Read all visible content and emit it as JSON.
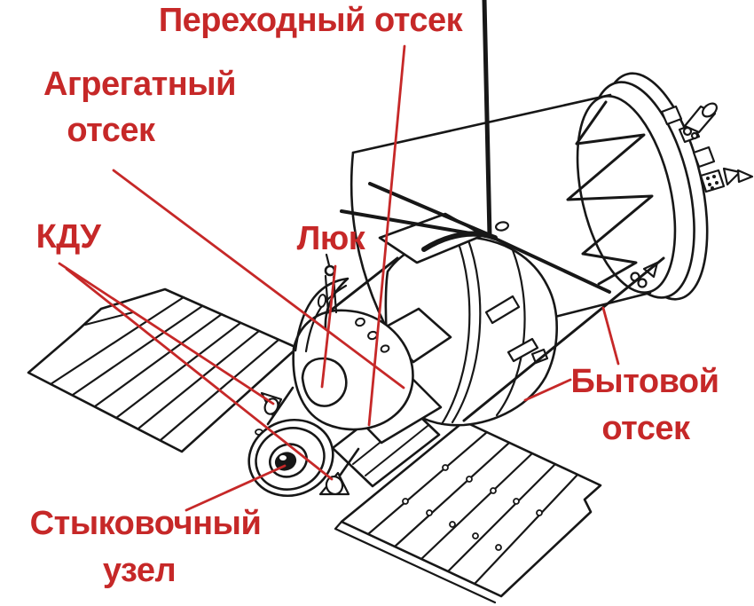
{
  "diagram": {
    "background_color": "#ffffff",
    "label_color": "#c62828",
    "leader_line_color": "#c62828",
    "drawing_line_color": "#171717",
    "labels": {
      "perekhodny_otsek": "Переходный отсек",
      "agregatny_line1": "Агрегатный",
      "agregatny_line2": "отсек",
      "kdu": "КДУ",
      "lyuk": "Люк",
      "bytovoy_line1": "Бытовой",
      "bytovoy_line2": "отсек",
      "stykovochny_line1": "Стыковочный",
      "stykovochny_line2": "узел"
    }
  }
}
